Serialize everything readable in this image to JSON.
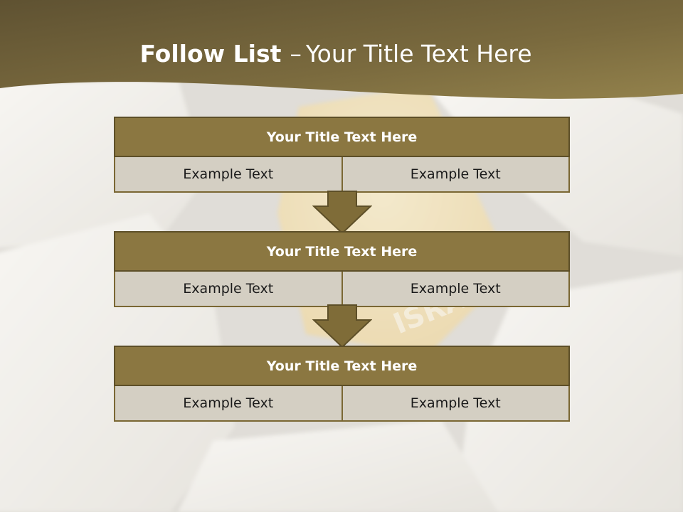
{
  "header": {
    "title_bold": "Follow List",
    "title_dash": "–",
    "title_rest": "Your Title Text Here"
  },
  "steps": [
    {
      "title": "Your Title Text Here",
      "cells": [
        "Example Text",
        "Example Text"
      ]
    },
    {
      "title": "Your Title Text Here",
      "cells": [
        "Example Text",
        "Example Text"
      ]
    },
    {
      "title": "Your Title Text Here",
      "cells": [
        "Example Text",
        "Example Text"
      ]
    }
  ],
  "background_watermark": "ISRA",
  "colors": {
    "header_band": "#7a6a3c",
    "title_fill": "#8b7741",
    "cell_fill": "#d4cfc3",
    "arrow_fill": "#7f6c38"
  }
}
